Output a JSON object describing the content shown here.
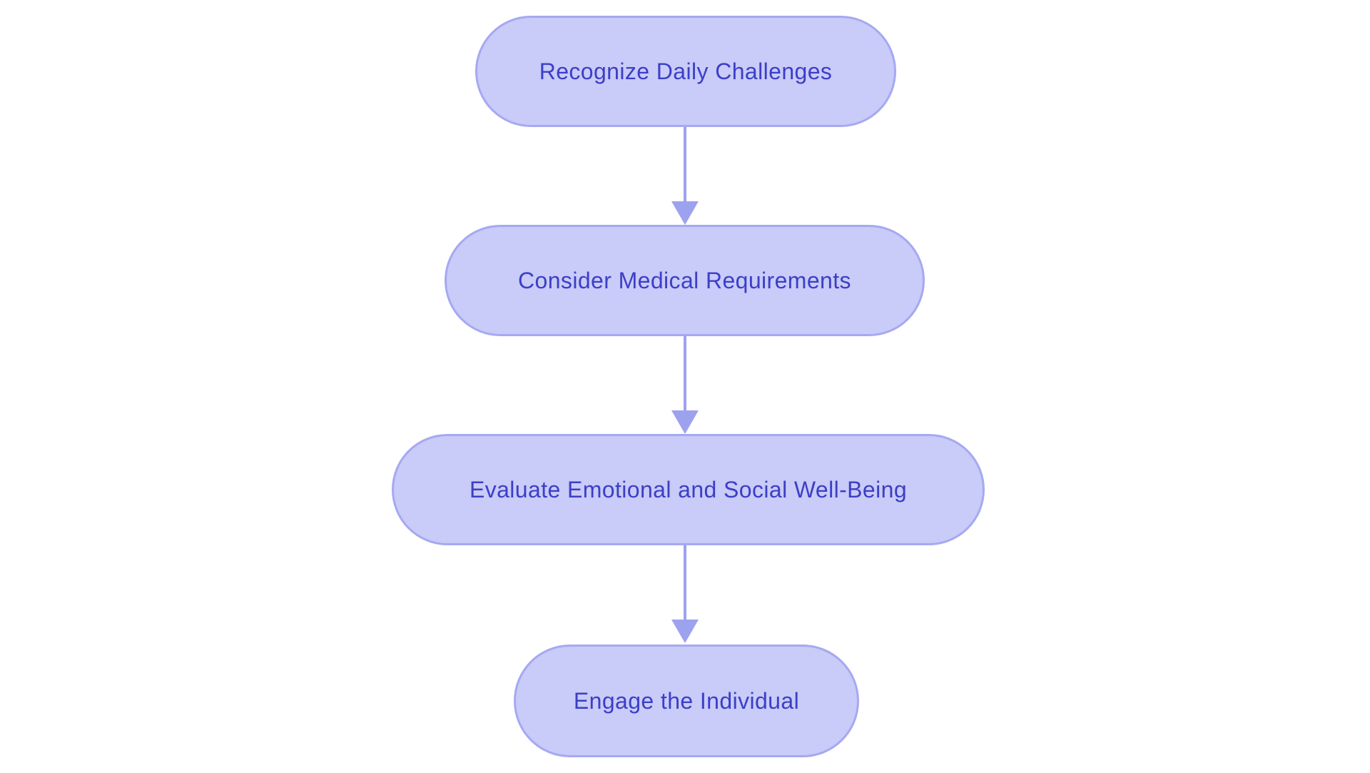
{
  "diagram": {
    "type": "flowchart",
    "direction": "top-down",
    "background_color": "#ffffff",
    "colors": {
      "node_fill": "#c9cbf8",
      "node_border": "#a5a9f1",
      "arrow": "#9da2ee",
      "node_text": "#3b3fc6"
    },
    "nodes": [
      {
        "id": "step-1",
        "label": "Recognize Daily Challenges"
      },
      {
        "id": "step-2",
        "label": "Consider Medical Requirements"
      },
      {
        "id": "step-3",
        "label": "Evaluate Emotional and Social Well-Being"
      },
      {
        "id": "step-4",
        "label": "Engage the Individual"
      }
    ],
    "edges": [
      {
        "from": "step-1",
        "to": "step-2"
      },
      {
        "from": "step-2",
        "to": "step-3"
      },
      {
        "from": "step-3",
        "to": "step-4"
      }
    ]
  }
}
